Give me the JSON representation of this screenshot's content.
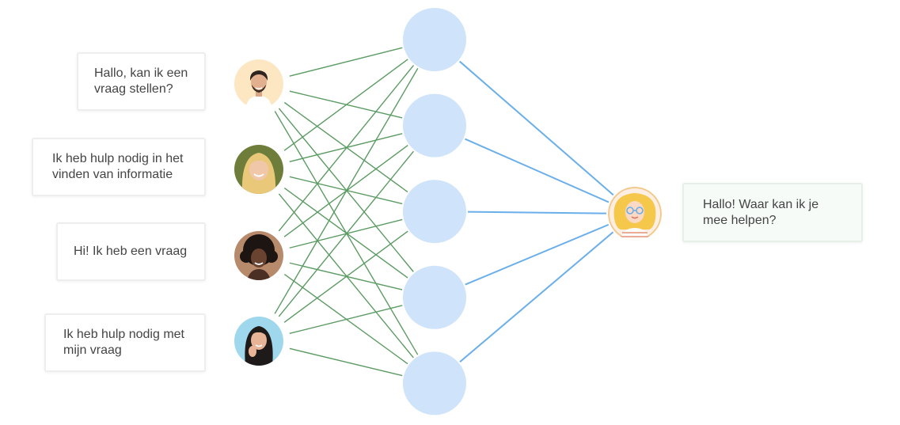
{
  "users": [
    {
      "message": "Hallo, kan ik een vraag stellen?",
      "avatar": "man-short-dark-hair-avatar",
      "bg": "#fde7c3"
    },
    {
      "message": "Ik heb hulp nodig in het vinden van informatie",
      "avatar": "woman-blonde-hair-avatar",
      "bg": "#6e7d3a"
    },
    {
      "message": "Hi! Ik heb een vraag",
      "avatar": "woman-curly-dark-hair-avatar",
      "bg": "#b88a6c"
    },
    {
      "message": "Ik heb hulp nodig met mijn vraag",
      "avatar": "woman-long-dark-hair-avatar",
      "bg": "#9fd8ec"
    }
  ],
  "assistant": {
    "message": "Hallo! Waar kan ik je mee helpen?",
    "avatar": "assistant-woman-glasses-avatar",
    "bg": "#fdeee4"
  },
  "hidden_nodes": 5,
  "colors": {
    "input_lines": "#5c9b63",
    "output_lines": "#6aaeea",
    "node_fill": "#cfe3fa",
    "bubble_border": "#eeeeee",
    "text": "#444444"
  }
}
